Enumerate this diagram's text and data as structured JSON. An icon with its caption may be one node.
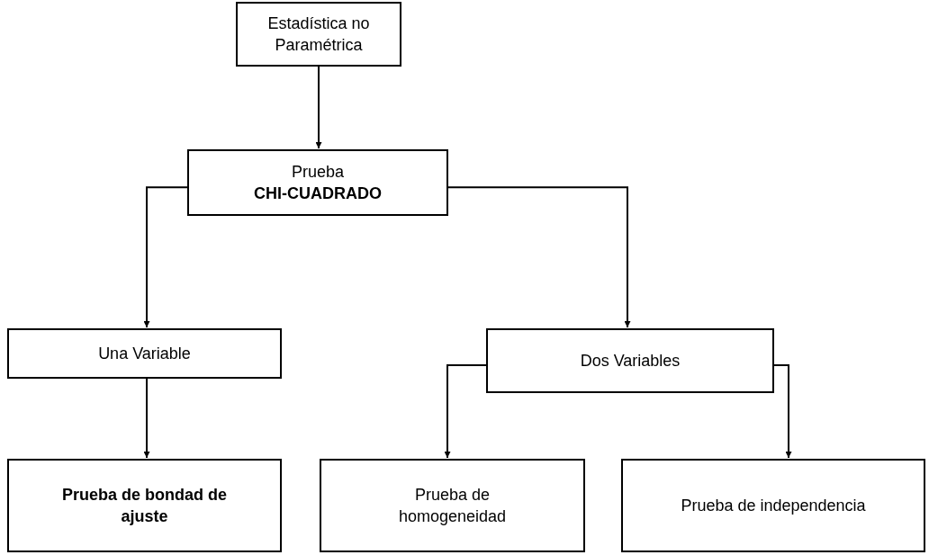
{
  "diagram": {
    "nodes": [
      {
        "text": [
          "Estadística no Paramétrica"
        ]
      },
      {
        "text": [
          "Prueba",
          "CHI-CUADRADO"
        ]
      },
      {
        "text": [
          "Una Variable"
        ]
      },
      {
        "text": [
          "Dos Variables"
        ]
      },
      {
        "text": [
          "Prueba de bondad de ajuste"
        ]
      },
      {
        "text": [
          "Prueba de homogeneidad"
        ]
      },
      {
        "text": [
          "Prueba de independencia"
        ]
      }
    ],
    "edges": [
      {
        "from": 0,
        "to": 1,
        "arrow": "to"
      },
      {
        "from": 1,
        "to": 2,
        "arrow": "to"
      },
      {
        "from": 1,
        "to": 3,
        "arrow": "to"
      },
      {
        "from": 2,
        "to": 4,
        "arrow": "to"
      },
      {
        "from": 3,
        "to": 5,
        "arrow": "to"
      },
      {
        "from": 3,
        "to": 6,
        "arrow": "to"
      }
    ]
  }
}
